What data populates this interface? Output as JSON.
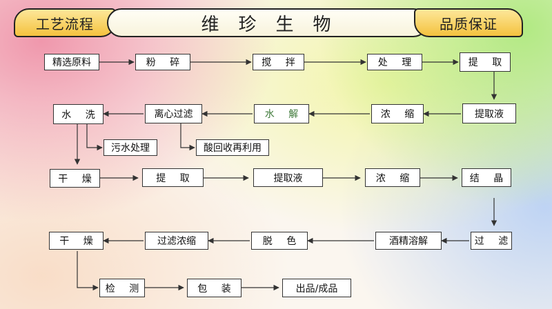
{
  "header": {
    "left_label": "工艺流程",
    "title": "维珍生物",
    "right_label": "品质保证"
  },
  "nodes": {
    "n1": "精选原料",
    "n2": "粉 碎",
    "n3": "搅 拌",
    "n4": "处 理",
    "n5": "提 取",
    "n6": "提取液",
    "n7": "浓 缩",
    "n8": "水 解",
    "n9": "离心过滤",
    "n10": "水 洗",
    "n11": "污水处理",
    "n12": "酸回收再利用",
    "n13": "干 燥",
    "n14": "提 取",
    "n15": "提取液",
    "n16": "浓 缩",
    "n17": "结 晶",
    "n18": "过 滤",
    "n19": "酒精溶解",
    "n20": "脱 色",
    "n21": "过滤浓缩",
    "n22": "干 燥",
    "n23": "检 测",
    "n24": "包 装",
    "n25": "出品/成品"
  },
  "colors": {
    "line": "#333333",
    "accent_green": "#3f7a3a",
    "header_gold": "#f4c23e"
  }
}
